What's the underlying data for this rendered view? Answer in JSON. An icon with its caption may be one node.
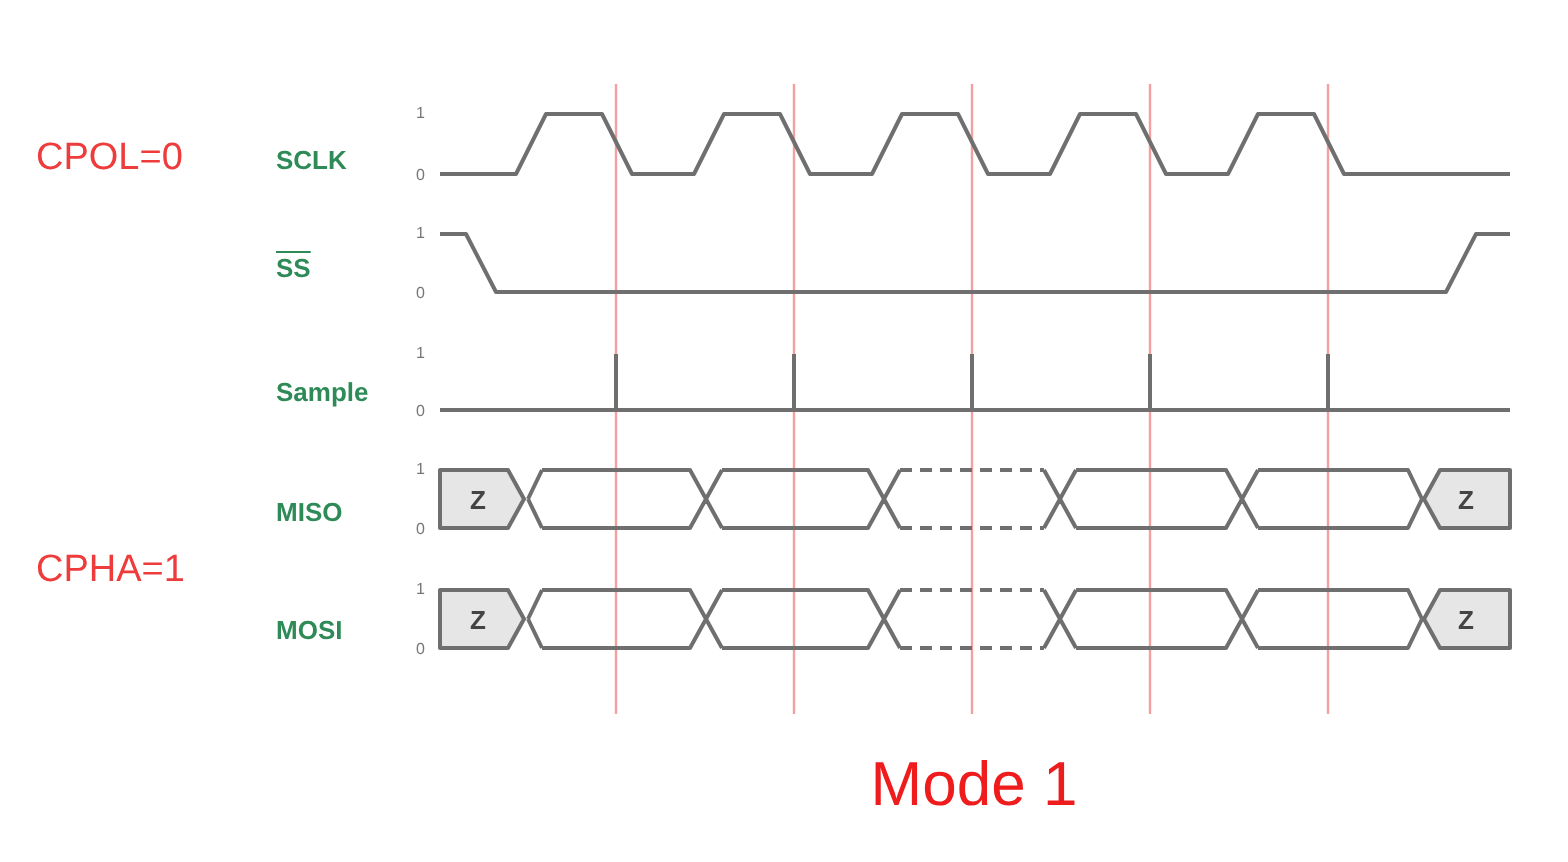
{
  "diagram": {
    "labels": [
      "CPOL=0",
      "1",
      "SCLK",
      "0",
      "1",
      "SS",
      "0",
      "1",
      "Sample",
      "0",
      "1",
      "MISO",
      "Z",
      "Z",
      "0",
      "CPHA=1",
      "1",
      "MOSI",
      "Z",
      "Z",
      "0",
      "Mode 1"
    ]
  }
}
